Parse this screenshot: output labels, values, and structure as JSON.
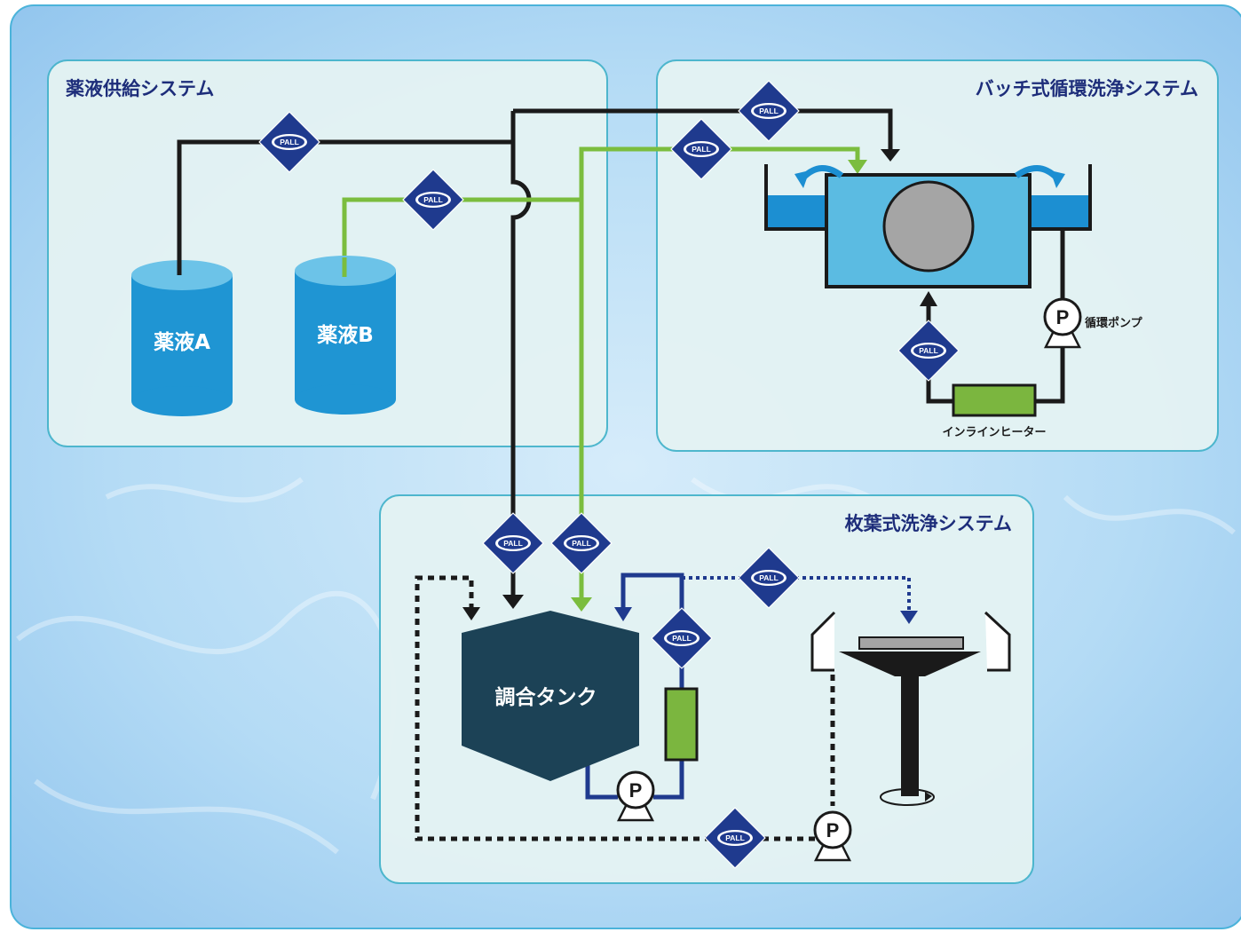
{
  "colors": {
    "background": "#a9d3f2",
    "panel_fill": "#e4f3f3",
    "panel_border": "#49b5cc",
    "title_text": "#1d2d7a",
    "black_line": "#1a1a1a",
    "green_line": "#7bbd3e",
    "blue_line": "#1f3a8e",
    "filter_fill": "#1f3a8e",
    "chem_tank": "#1f95d3",
    "chem_tank_top": "#6cc3e8",
    "mixing_tank": "#1c4256",
    "bath_fill": "#5bbbe2",
    "bath_overflow": "#1c8fd2",
    "heater": "#7bb63f",
    "wafer": "#a5a5a5"
  },
  "panels": {
    "supply": {
      "title": "薬液供給システム"
    },
    "batch": {
      "title": "バッチ式循環洗浄システム"
    },
    "single": {
      "title": "枚葉式洗浄システム"
    }
  },
  "labels": {
    "tank_a": "薬液A",
    "tank_b": "薬液B",
    "mixing_tank": "調合タンク",
    "circulation_pump": "循環ポンプ",
    "inline_heater": "インラインヒーター",
    "pump_symbol": "P",
    "filter_logo": "PALL"
  },
  "icons": {
    "filter": "pall-filter-icon",
    "pump": "pump-icon",
    "rotation": "rotation-arrow-icon",
    "overflow": "overflow-arrow-icon"
  }
}
